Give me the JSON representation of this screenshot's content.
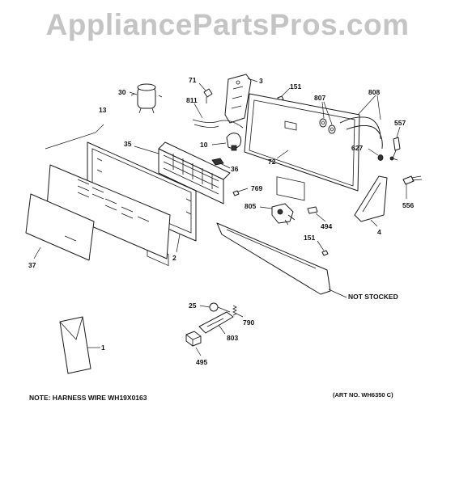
{
  "watermark": "AppliancePartsPros.com",
  "labels": {
    "p30": "30",
    "p71": "71",
    "p3": "3",
    "p151a": "151",
    "p807": "807",
    "p808": "808",
    "p811": "811",
    "p13": "13",
    "p557": "557",
    "p35": "35",
    "p10": "10",
    "p627": "627",
    "p72": "72",
    "p36": "36",
    "p769": "769",
    "p805": "805",
    "p556": "556",
    "p494": "494",
    "p4": "4",
    "p151b": "151",
    "p2": "2",
    "p37": "37",
    "p25": "25",
    "p790": "790",
    "p803": "803",
    "p1": "1",
    "p495": "495"
  },
  "notes": {
    "not_stocked": "NOT STOCKED",
    "harness": "NOTE: HARNESS WIRE WH19X0163",
    "art_no": "(ART NO. WH6350 C)"
  }
}
